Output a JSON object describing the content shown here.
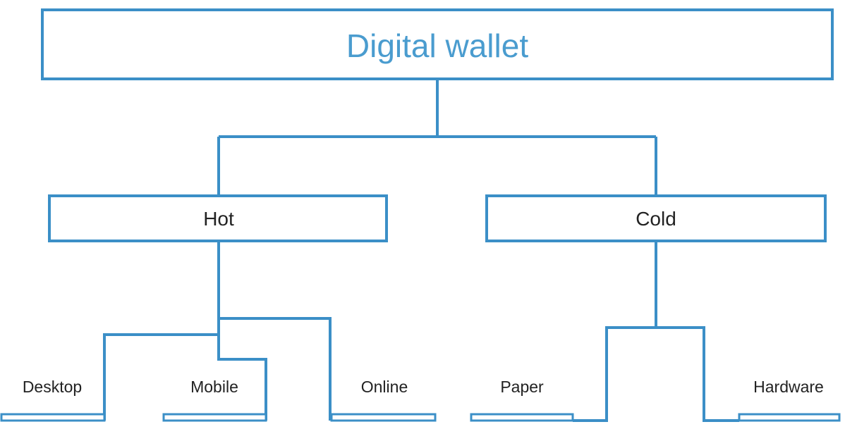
{
  "root": {
    "label": "Digital wallet"
  },
  "categories": [
    {
      "id": "hot",
      "label": "Hot"
    },
    {
      "id": "cold",
      "label": "Cold"
    }
  ],
  "leaves": [
    {
      "id": "desktop",
      "label": "Desktop",
      "parent": "hot"
    },
    {
      "id": "mobile",
      "label": "Mobile",
      "parent": "hot"
    },
    {
      "id": "online",
      "label": "Online",
      "parent": "hot"
    },
    {
      "id": "paper",
      "label": "Paper",
      "parent": "cold"
    },
    {
      "id": "hardware",
      "label": "Hardware",
      "parent": "cold"
    }
  ],
  "colors": {
    "line": "#3b8fc7",
    "title": "#4a9ccf",
    "text": "#222222"
  }
}
